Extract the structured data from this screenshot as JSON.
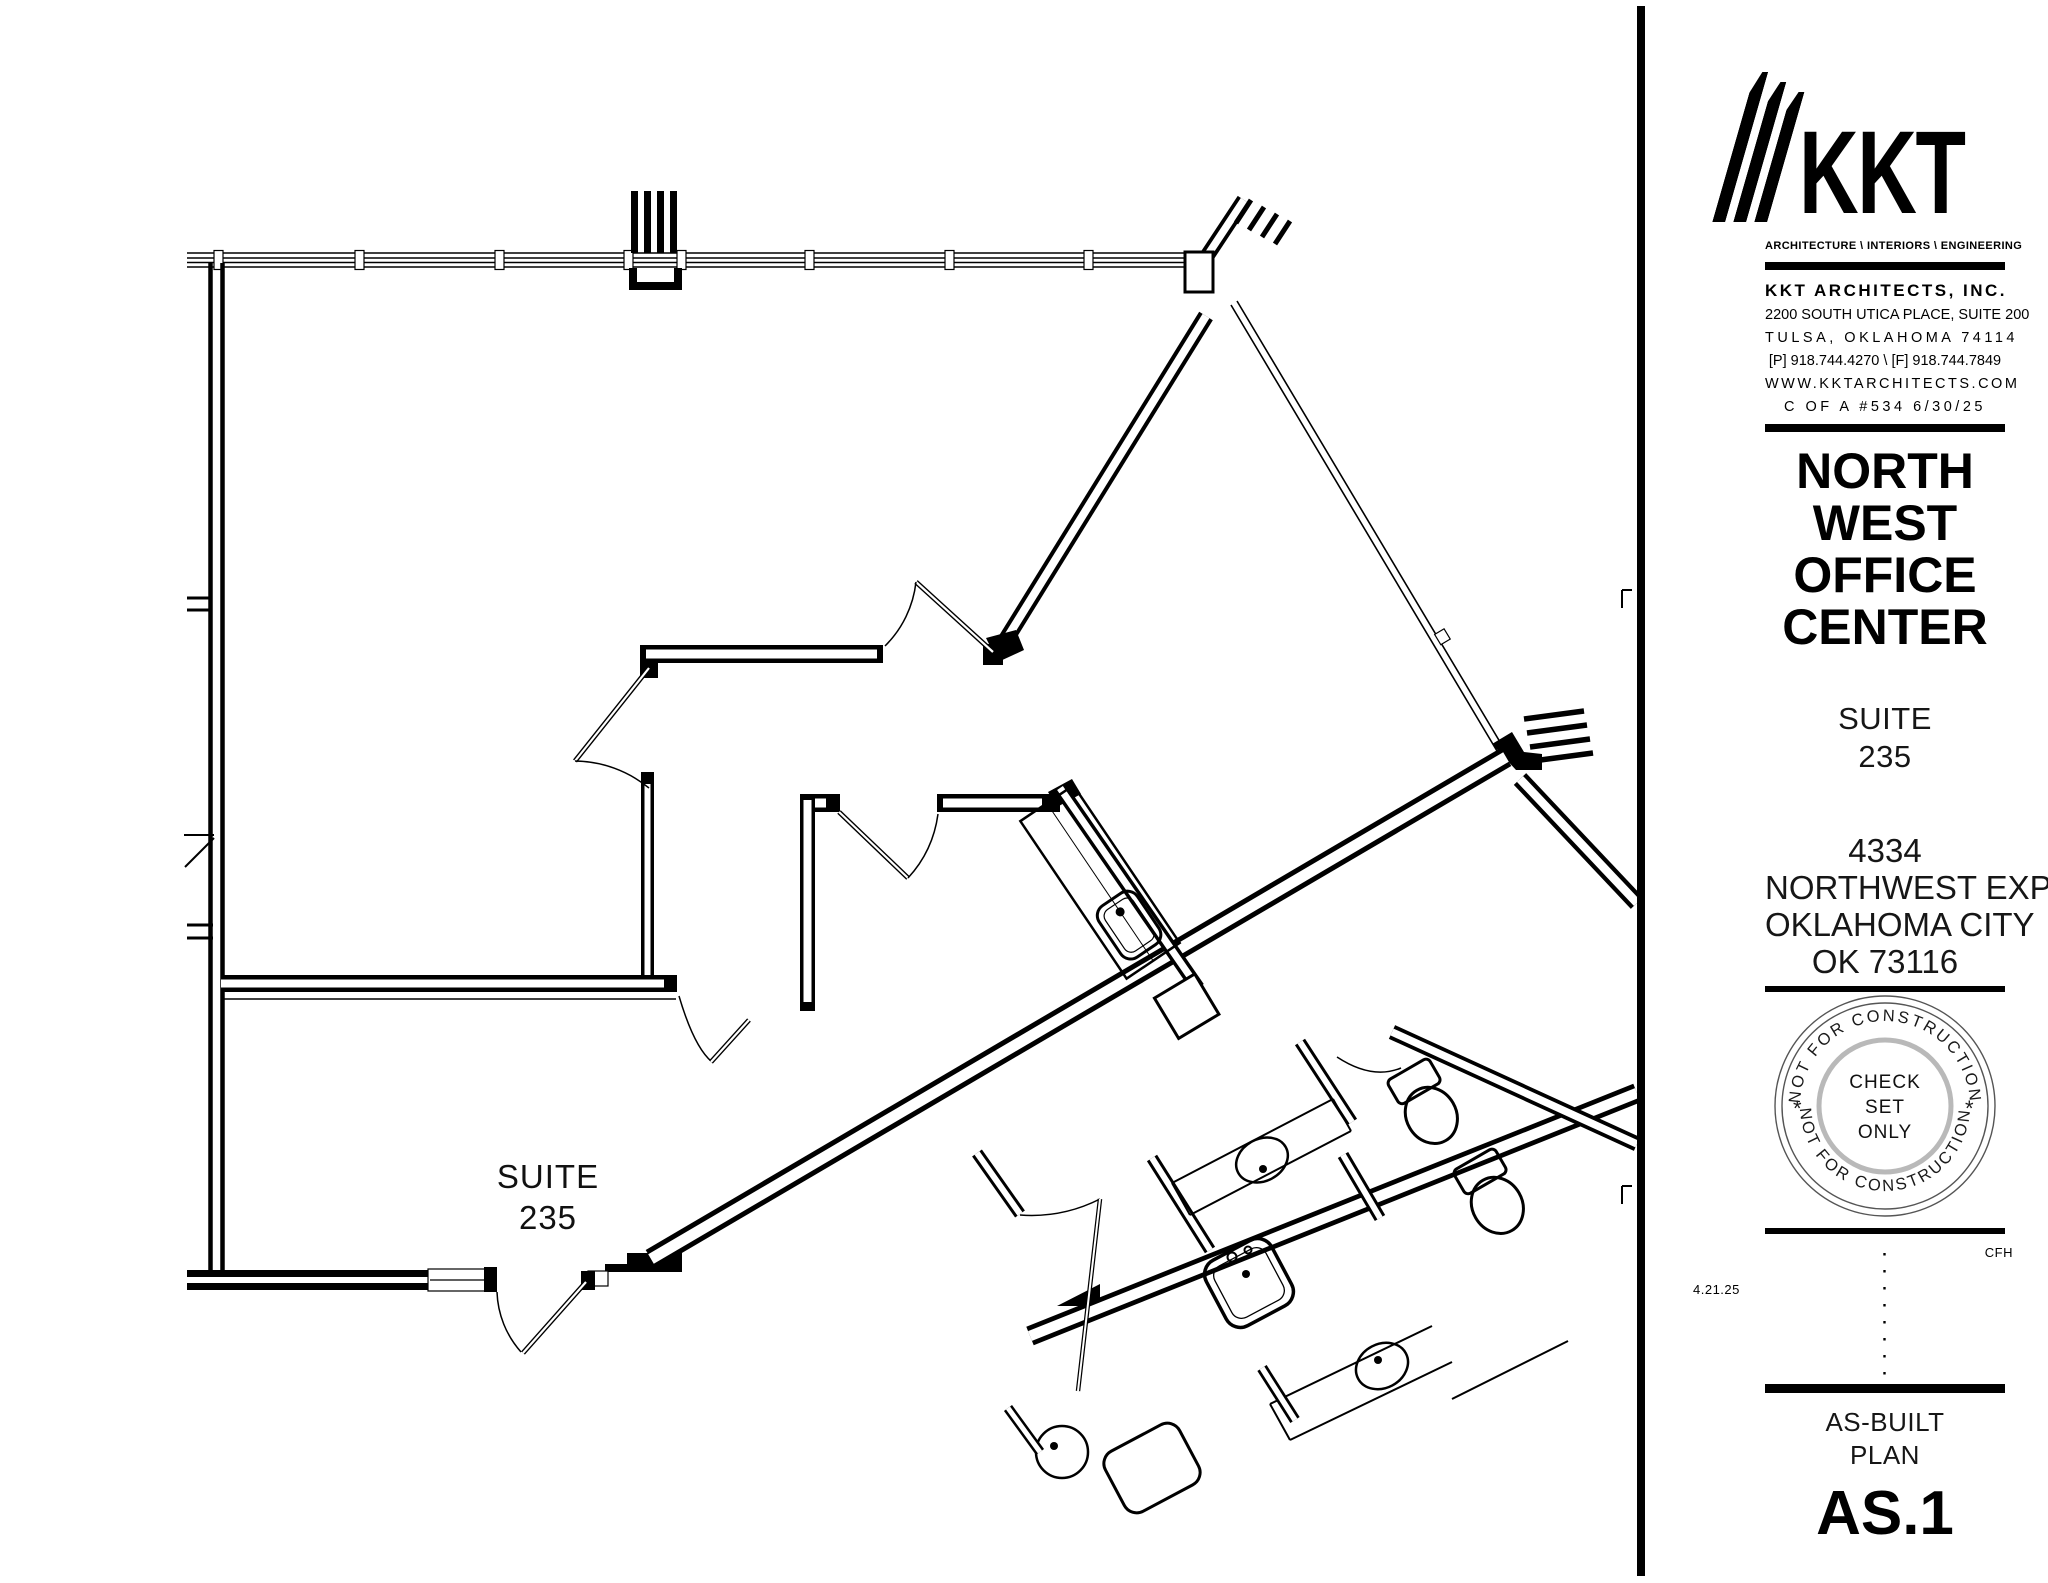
{
  "plan": {
    "suite_label_line1": "SUITE",
    "suite_label_line2": "235"
  },
  "colors": {
    "ink": "#000000",
    "stamp_ring_gray": "#b9b9b9",
    "paper": "#ffffff"
  },
  "title_block": {
    "logo": {
      "text": "KKT",
      "tagline": "ARCHITECTURE  \\  INTERIORS  \\  ENGINEERING"
    },
    "firm": {
      "name": "KKT ARCHITECTS, INC.",
      "address_line1": "2200 SOUTH UTICA PLACE, SUITE 200",
      "address_line2": "TULSA, OKLAHOMA 74114",
      "phone_fax": "[P] 918.744.4270 \\ [F] 918.744.7849",
      "website": "WWW.KKTARCHITECTS.COM",
      "coa": "C OF A #534 6/30/25"
    },
    "project": {
      "name_lines": [
        "NORTH",
        "WEST",
        "OFFICE",
        "CENTER"
      ],
      "suite_line1": "SUITE",
      "suite_line2": "235",
      "address_lines": [
        "4334",
        "NORTHWEST EXPY.",
        "OKLAHOMA CITY",
        "OK 73116"
      ]
    },
    "stamp": {
      "arc_text_top": "NOT  FOR  CONSTRUCTION",
      "arc_text_bottom": "NOT  FOR  CONSTRUCTION",
      "star_left": "*",
      "star_right": "*",
      "center_lines": [
        "CHECK",
        "SET",
        "ONLY"
      ]
    },
    "revisions": {
      "date": "4.21.25",
      "initials": "CFH",
      "dots": [
        "·",
        "·",
        "·",
        "·",
        "·",
        "·",
        "·",
        "·"
      ]
    },
    "sheet": {
      "phase_line1": "AS-BUILT",
      "phase_line2": "PLAN",
      "number": "AS.1"
    }
  }
}
